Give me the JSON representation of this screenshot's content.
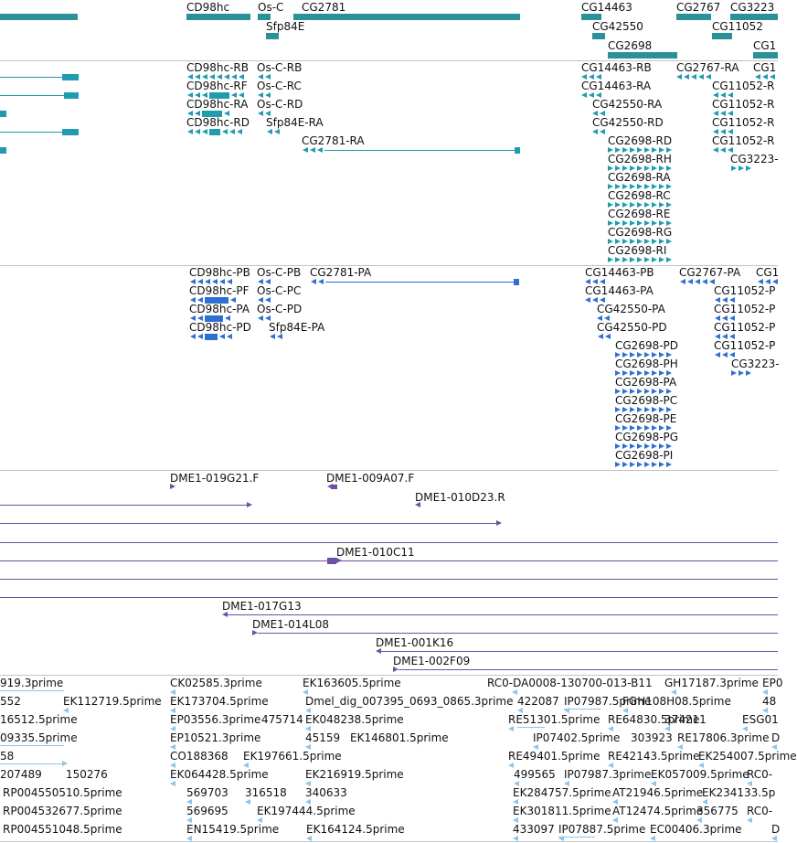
{
  "colors": {
    "gene": "#2b9198",
    "transcript": "#1f9cae",
    "protein": "#2f6fd0",
    "clone": "#6e4fa3",
    "est": "#8ec5e8"
  },
  "tracks": {
    "genes": {
      "labels": [
        "CD98hc",
        "Os-C",
        "CG2781",
        "CG14463",
        "CG2767",
        "CG3223",
        "Sfp84E",
        "CG42550",
        "CG11052",
        "CG2698",
        "CG1"
      ]
    },
    "transcripts": {
      "labels": [
        "CD98hc-RB",
        "Os-C-RB",
        "CG14463-RB",
        "CG2767-RA",
        "CG1",
        "CD98hc-RF",
        "Os-C-RC",
        "CG14463-RA",
        "CG11052-R",
        "CD98hc-RA",
        "Os-C-RD",
        "CG42550-RA",
        "CG11052-R",
        "CD98hc-RD",
        "Sfp84E-RA",
        "CG42550-RD",
        "CG11052-R",
        "CG2781-RA",
        "CG2698-RD",
        "CG11052-R",
        "CG2698-RH",
        "CG3223-",
        "CG2698-RA",
        "CG2698-RC",
        "CG2698-RE",
        "CG2698-RG",
        "CG2698-RI"
      ]
    },
    "proteins": {
      "labels": [
        "CD98hc-PB",
        "Os-C-PB",
        "CG2781-PA",
        "CG14463-PB",
        "CG2767-PA",
        "CG1",
        "CD98hc-PF",
        "Os-C-PC",
        "CG14463-PA",
        "CG11052-P",
        "CD98hc-PA",
        "Os-C-PD",
        "CG42550-PA",
        "CG11052-P",
        "CD98hc-PD",
        "Sfp84E-PA",
        "CG42550-PD",
        "CG11052-P",
        "CG2698-PD",
        "CG11052-P",
        "CG2698-PH",
        "CG3223-",
        "CG2698-PA",
        "CG2698-PC",
        "CG2698-PE",
        "CG2698-PG",
        "CG2698-PI"
      ]
    },
    "clones": {
      "labels": [
        "DME1-019G21.F",
        "DME1-009A07.F",
        "DME1-010D23.R",
        "DME1-010C11",
        "DME1-017G13",
        "DME1-014L08",
        "DME1-001K16",
        "DME1-002F09"
      ]
    },
    "ests": {
      "labels": [
        "919.3prime",
        "CK02585.3prime",
        "EK163605.5prime",
        "RC0-DA0008-130700-013-B11",
        "GH17187.3prime",
        "EP0",
        "552",
        "EK112719.5prime",
        "EK173704.5prime",
        "Dmel_dig_007395_0693_0865.3prime",
        "422087",
        "IP07987.5prime",
        "FGH108H08.5prime",
        "48",
        "16512.5prime",
        "EP03556.3prime",
        "475714",
        "EK048238.5prime",
        "RE51301.5prime",
        "RE64830.5prime",
        "374211",
        "ESG01",
        "09335.5prime",
        "EP10521.3prime",
        "45159",
        "EK146801.5prime",
        "IP07402.5prime",
        "303923",
        "RE17806.3prime",
        "D",
        "58",
        "CO188368",
        "EK197661.5prime",
        "RE49401.5prime",
        "RE42143.5prime",
        "EK254007.5prime",
        "207489",
        "150276",
        "EK064428.5prime",
        "EK216919.5prime",
        "499565",
        "IP07987.3prime",
        "EK057009.5prime",
        "RC0-",
        "RP004550510.5prime",
        "569703",
        "316518",
        "340633",
        "EK284757.5prime",
        "AT21946.5prime",
        "EK234133.5p",
        "RP004532677.5prime",
        "569695",
        "EK197444.5prime",
        "EK301811.5prime",
        "AT12474.5prime",
        "356775",
        "RC0-",
        "RP004551048.5prime",
        "EN15419.5prime",
        "EK164124.5prime",
        "433097",
        "IP07887.5prime",
        "EC00406.3prime",
        "D"
      ]
    }
  }
}
